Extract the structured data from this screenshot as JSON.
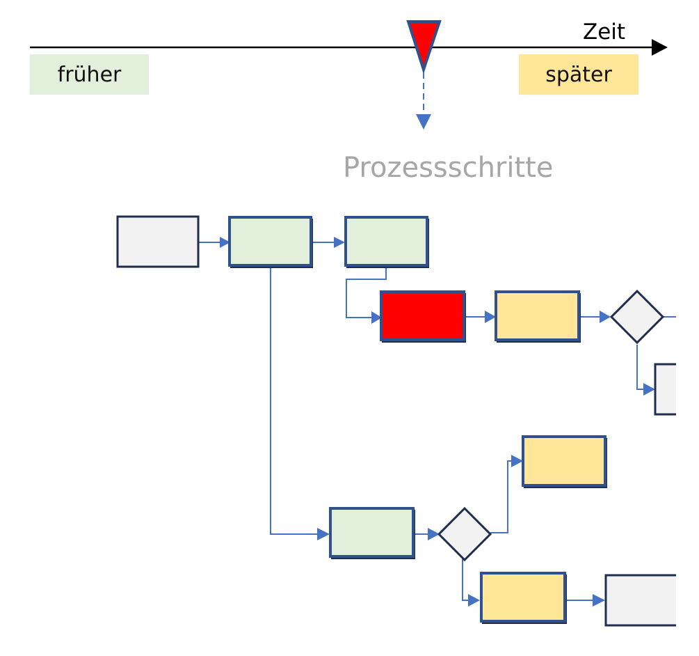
{
  "timeline": {
    "axis_label": "Zeit",
    "earlier_label": "früher",
    "later_label": "später",
    "marker": "current-time-marker"
  },
  "diagram": {
    "title": "Prozessschritte",
    "colors": {
      "earlier": "#e2efda",
      "later": "#ffe699",
      "current": "#ff0000",
      "neutral": "#f2f2f2",
      "border": "#2f528f",
      "border_dark": "#1f2d4f",
      "connector": "#4472c4",
      "axis": "#000000",
      "title_text": "#a6a6a6"
    },
    "nodes": [
      {
        "id": "start",
        "shape": "process",
        "category": "neutral"
      },
      {
        "id": "step-1",
        "shape": "process",
        "category": "earlier"
      },
      {
        "id": "step-2",
        "shape": "process",
        "category": "earlier"
      },
      {
        "id": "current-step",
        "shape": "process",
        "category": "current"
      },
      {
        "id": "step-4",
        "shape": "process",
        "category": "later"
      },
      {
        "id": "decision-1",
        "shape": "decision",
        "category": "neutral"
      },
      {
        "id": "branch-end-1",
        "shape": "process",
        "category": "neutral"
      },
      {
        "id": "step-b1",
        "shape": "process",
        "category": "earlier"
      },
      {
        "id": "decision-2",
        "shape": "decision",
        "category": "neutral"
      },
      {
        "id": "step-b2-upper",
        "shape": "process",
        "category": "later"
      },
      {
        "id": "step-b2-lower",
        "shape": "process",
        "category": "later"
      },
      {
        "id": "end-2",
        "shape": "process",
        "category": "neutral"
      }
    ],
    "edges": [
      {
        "from": "start",
        "to": "step-1"
      },
      {
        "from": "step-1",
        "to": "step-2"
      },
      {
        "from": "step-2",
        "to": "current-step"
      },
      {
        "from": "current-step",
        "to": "step-4"
      },
      {
        "from": "step-4",
        "to": "decision-1"
      },
      {
        "from": "decision-1",
        "to": "offscreen-right"
      },
      {
        "from": "decision-1",
        "to": "branch-end-1"
      },
      {
        "from": "step-1",
        "to": "step-b1"
      },
      {
        "from": "step-b1",
        "to": "decision-2"
      },
      {
        "from": "decision-2",
        "to": "step-b2-upper"
      },
      {
        "from": "decision-2",
        "to": "step-b2-lower"
      },
      {
        "from": "step-b2-lower",
        "to": "end-2"
      }
    ]
  }
}
